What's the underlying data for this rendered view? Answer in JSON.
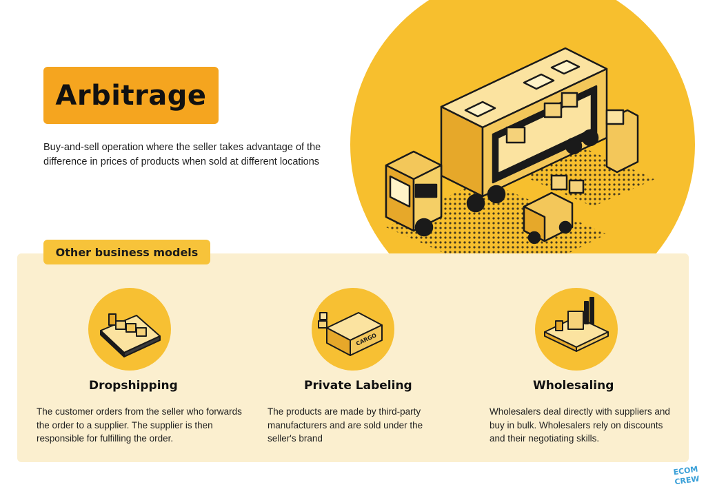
{
  "header": {
    "title": "Arbitrage",
    "description": "Buy-and-sell operation where the seller takes advantage of the difference in prices of products when sold at different locations"
  },
  "section": {
    "tab_label": "Other business models"
  },
  "models": [
    {
      "title": "Dropshipping",
      "description": "The customer orders from the seller who forwards the order to a supplier. The supplier is then responsible for fulfilling the order.",
      "icon": "cargo-ship-icon"
    },
    {
      "title": "Private Labeling",
      "description": "The products are made by third-party manufacturers and are sold under the seller's brand",
      "icon": "cargo-container-icon",
      "icon_text": "CARGO"
    },
    {
      "title": "Wholesaling",
      "description": "Wholesalers deal directly with suppliers and buy in bulk. Wholesalers rely on discounts and their negotiating skills.",
      "icon": "factory-icon"
    }
  ],
  "brand": {
    "logo_line1": "ECOM",
    "logo_line2": "CREW"
  },
  "colors": {
    "accent_orange": "#f5a51f",
    "accent_yellow": "#f7c033",
    "panel_bg": "#fbefcf",
    "logo_blue": "#3aa0d8"
  }
}
